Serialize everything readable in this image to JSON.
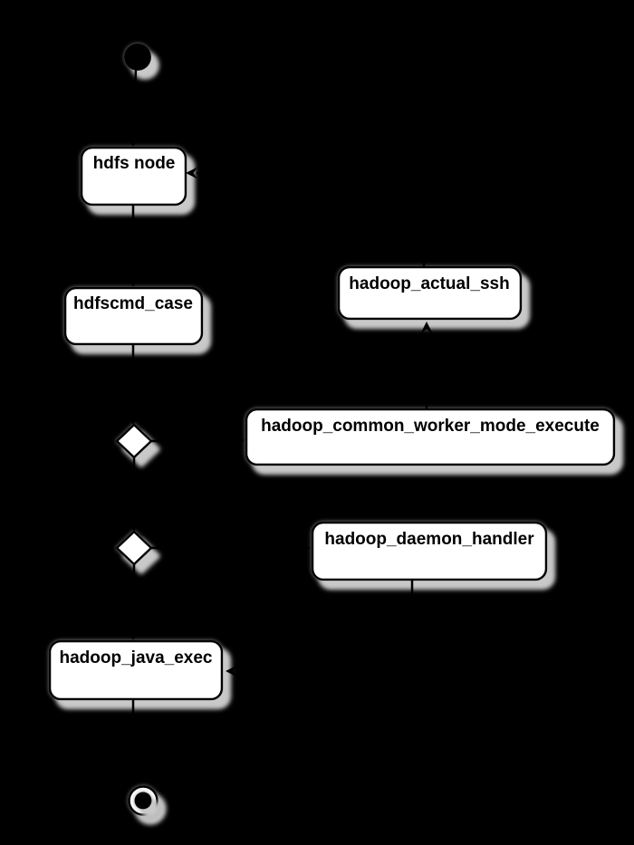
{
  "diagram": {
    "type": "activity-flowchart",
    "background": "#000000"
  },
  "colors": {
    "background": "#000000",
    "node_fill": "#ffffff",
    "node_border": "#000000",
    "shadow": "#c9c9c9",
    "shadow_halo": "#8a8a8a",
    "edge": "#000000",
    "label_text": "#000000"
  },
  "nodes": {
    "start": {
      "type": "initial-node"
    },
    "hdfs_node": {
      "type": "activity",
      "label": "hdfs node"
    },
    "hdfscmd_case": {
      "type": "activity",
      "label": "hdfscmd_case"
    },
    "hadoop_actual_ssh": {
      "type": "activity",
      "label": "hadoop_actual_ssh"
    },
    "decision_1": {
      "type": "decision-diamond"
    },
    "hadoop_common_worker_mode_execute": {
      "type": "activity",
      "label": "hadoop_common_worker_mode_execute"
    },
    "decision_2": {
      "type": "decision-diamond"
    },
    "hadoop_daemon_handler": {
      "type": "activity",
      "label": "hadoop_daemon_handler"
    },
    "hadoop_java_exec": {
      "type": "activity",
      "label": "hadoop_java_exec"
    },
    "end": {
      "type": "final-node"
    }
  },
  "edges": [
    {
      "from": "start",
      "to": "hdfs_node"
    },
    {
      "from": "hdfs_node",
      "to": "hdfscmd_case"
    },
    {
      "from": "hdfscmd_case",
      "to": "decision_1"
    },
    {
      "from": "decision_1",
      "to": "hadoop_common_worker_mode_execute"
    },
    {
      "from": "hadoop_common_worker_mode_execute",
      "to": "hadoop_actual_ssh"
    },
    {
      "from": "hadoop_actual_ssh",
      "to": "hdfs_node"
    },
    {
      "from": "decision_1",
      "to": "decision_2"
    },
    {
      "from": "decision_2",
      "to": "hadoop_daemon_handler"
    },
    {
      "from": "hadoop_daemon_handler",
      "to": "hadoop_java_exec"
    },
    {
      "from": "decision_2",
      "to": "hadoop_java_exec"
    },
    {
      "from": "hadoop_java_exec",
      "to": "end"
    }
  ]
}
